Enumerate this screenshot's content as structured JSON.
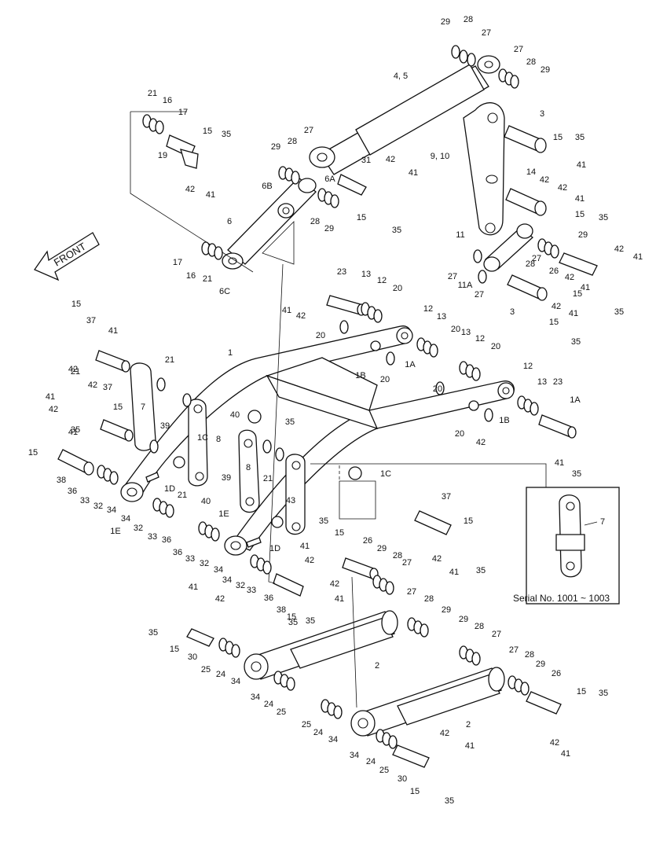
{
  "front_label": "FRONT",
  "serial_note": "Serial No. 1001 ~ 1003",
  "inset_callout": "7",
  "callouts": [
    "29",
    "28",
    "27",
    "27",
    "28",
    "29",
    "4, 5",
    "3",
    "15",
    "35",
    "41",
    "9, 10",
    "42",
    "14",
    "42",
    "41",
    "15",
    "35",
    "21",
    "16",
    "17",
    "15",
    "35",
    "19",
    "42",
    "41",
    "27",
    "28",
    "29",
    "6B",
    "6A",
    "31",
    "42",
    "41",
    "15",
    "35",
    "28",
    "29",
    "6",
    "17",
    "16",
    "21",
    "6C",
    "11",
    "29",
    "27",
    "28",
    "26",
    "42",
    "41",
    "42",
    "41",
    "15",
    "35",
    "27",
    "11A",
    "27",
    "3",
    "42",
    "41",
    "15",
    "35",
    "23",
    "13",
    "12",
    "20",
    "41",
    "42",
    "20",
    "12",
    "13",
    "20",
    "13",
    "12",
    "20",
    "1A",
    "1B",
    "20",
    "1",
    "20",
    "12",
    "13",
    "23",
    "1A",
    "1B",
    "20",
    "42",
    "41",
    "35",
    "15",
    "37",
    "41",
    "42",
    "21",
    "7",
    "21",
    "39",
    "40",
    "8",
    "1C",
    "35",
    "41",
    "42",
    "37",
    "15",
    "41",
    "42",
    "15",
    "35",
    "38",
    "36",
    "33",
    "32",
    "34",
    "1D",
    "21",
    "39",
    "40",
    "8",
    "21",
    "1C",
    "43",
    "34",
    "32",
    "33",
    "36",
    "1E",
    "1E",
    "1D",
    "37",
    "15",
    "35",
    "41",
    "42",
    "26",
    "29",
    "28",
    "27",
    "35",
    "15",
    "41",
    "42",
    "42",
    "41",
    "35",
    "36",
    "33",
    "32",
    "34",
    "34",
    "32",
    "33",
    "36",
    "38",
    "15",
    "35",
    "41",
    "42",
    "35",
    "15",
    "30",
    "25",
    "24",
    "34",
    "2",
    "27",
    "28",
    "29",
    "29",
    "28",
    "27",
    "27",
    "28",
    "29",
    "26",
    "15",
    "35",
    "34",
    "24",
    "25",
    "25",
    "24",
    "34",
    "2",
    "42",
    "41",
    "34",
    "24",
    "25",
    "30",
    "15",
    "35",
    "42",
    "41"
  ]
}
